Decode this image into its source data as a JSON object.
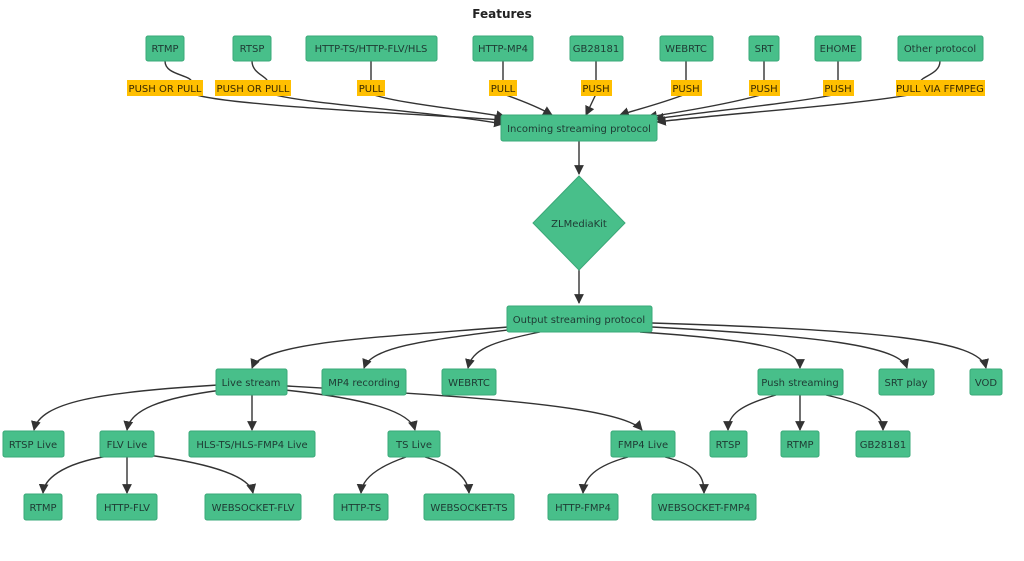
{
  "title": "Features",
  "nodes": {
    "in_rtmp": "RTMP",
    "in_rtsp": "RTSP",
    "in_http_ts": "HTTP-TS/HTTP-FLV/HLS",
    "in_http_mp4": "HTTP-MP4",
    "in_gb28181": "GB28181",
    "in_webrtc": "WEBRTC",
    "in_srt": "SRT",
    "in_ehome": "EHOME",
    "in_other": "Other protocol",
    "incoming": "Incoming streaming protocol",
    "zlm": "ZLMediaKit",
    "output": "Output streaming protocol",
    "live": "Live stream",
    "mp4rec": "MP4 recording",
    "out_webrtc": "WEBRTC",
    "push": "Push streaming",
    "srtplay": "SRT play",
    "vod": "VOD",
    "rtsp_live": "RTSP Live",
    "flv_live": "FLV Live",
    "hls_live": "HLS-TS/HLS-FMP4 Live",
    "ts_live": "TS Live",
    "fmp4_live": "FMP4 Live",
    "push_rtsp": "RTSP",
    "push_rtmp": "RTMP",
    "push_gb": "GB28181",
    "flv_rtmp": "RTMP",
    "flv_httpflv": "HTTP-FLV",
    "flv_wsflv": "WEBSOCKET-FLV",
    "ts_httpts": "HTTP-TS",
    "ts_wsts": "WEBSOCKET-TS",
    "fmp4_http": "HTTP-FMP4",
    "fmp4_ws": "WEBSOCKET-FMP4"
  },
  "edge_labels": {
    "rtmp": "PUSH OR PULL",
    "rtsp": "PUSH OR PULL",
    "http_ts": "PULL",
    "http_mp4": "PULL",
    "gb28181": "PUSH",
    "webrtc": "PUSH",
    "srt": "PUSH",
    "ehome": "PUSH",
    "other": "PULL VIA FFMPEG"
  },
  "colors": {
    "node_fill": "#48bf8a",
    "label_fill": "#ffbf00",
    "edge": "#333333"
  }
}
